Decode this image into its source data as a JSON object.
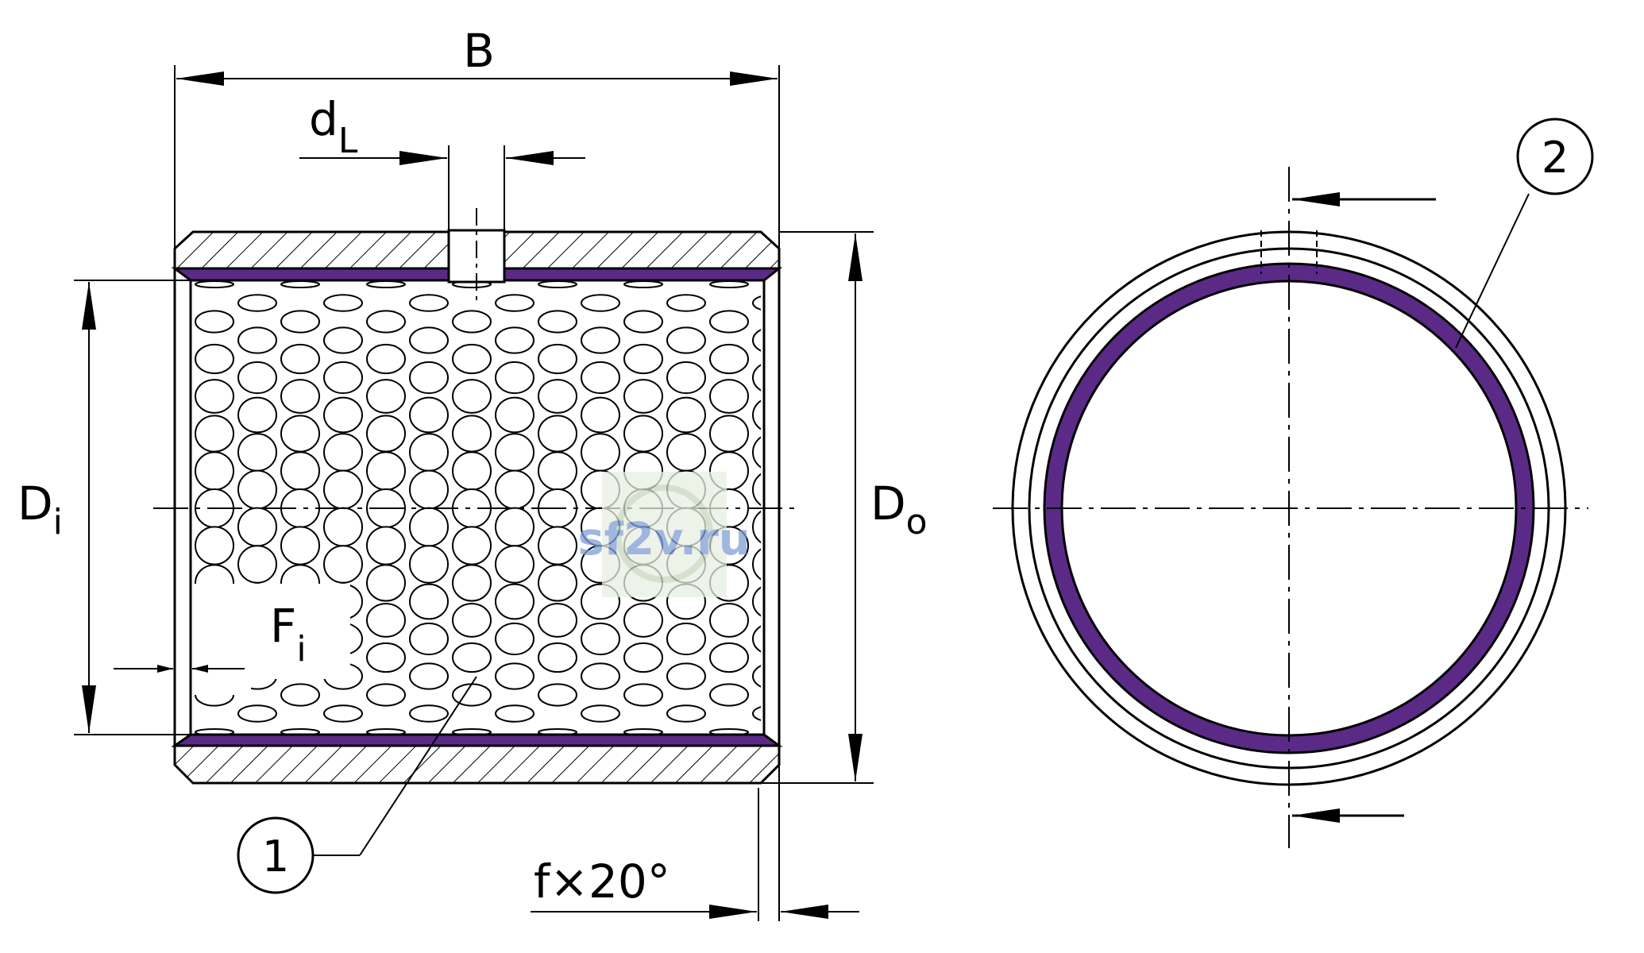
{
  "labels": {
    "width": "B",
    "lube_hole_main": "d",
    "lube_hole_sub": "L",
    "inner_diameter_main": "D",
    "inner_diameter_sub": "i",
    "outer_diameter_main": "D",
    "outer_diameter_sub": "o",
    "inner_chamfer_main": "F",
    "inner_chamfer_sub": "i",
    "chamfer": "f×20°",
    "callout_1": "1",
    "callout_2": "2"
  },
  "watermark": {
    "text": "sf2v.ru"
  },
  "colors": {
    "sliding_layer": "#5b2a86",
    "line": "#000000",
    "watermark_text": "#7f9ed6",
    "watermark_bg": "#e8efe2"
  }
}
